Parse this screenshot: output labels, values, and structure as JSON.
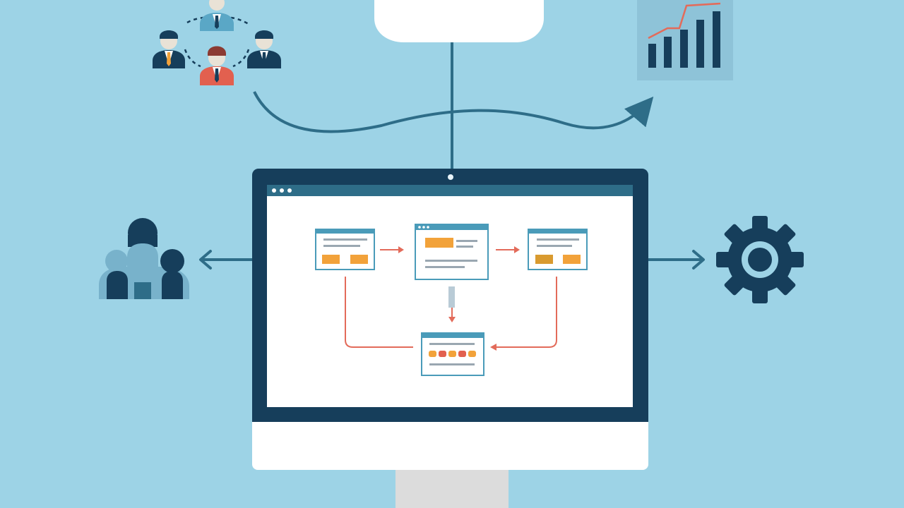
{
  "canvas": {
    "background": "#9dd3e6"
  },
  "colors": {
    "navy": "#163e5b",
    "teal": "#2e6d88",
    "window_header": "#4a9bb9",
    "screen_bg": "#ffffff",
    "orange": "#f2a23a",
    "orange_dark": "#d99a2f",
    "red_arrow": "#e36b5a",
    "cloud": "#ffffff",
    "stand": "#dcdcdc",
    "chart_tile": "#8ec3d8",
    "people_light": "#78b2cb",
    "person_red": "#e2604f",
    "person_blue": "#5aa7c6"
  },
  "icons": {
    "team": "team-network-icon",
    "analytics": "bar-chart-growth-icon",
    "cloud": "cloud-icon",
    "users": "users-group-icon",
    "settings": "gear-icon",
    "computer": "desktop-monitor-icon"
  },
  "workflow": {
    "nodes": [
      "window",
      "window",
      "window",
      "window"
    ],
    "connections": [
      "node-1-to-node-2",
      "node-2-to-node-3",
      "node-2-to-node-4",
      "node-1-to-node-4",
      "node-3-to-node-4"
    ]
  }
}
